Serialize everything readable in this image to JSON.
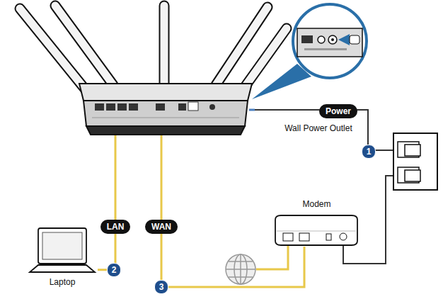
{
  "diagram": {
    "nodes": [
      {
        "text": [
          "Power"
        ]
      },
      {
        "text": [
          "LAN"
        ]
      },
      {
        "text": [
          "WAN"
        ]
      },
      {
        "text": [
          "Modem"
        ]
      },
      {
        "text": [
          "Laptop"
        ]
      }
    ],
    "edges": [
      {
        "from": 1,
        "to": 4,
        "arrow": "none"
      },
      {
        "from": 2,
        "to": 3,
        "arrow": "none"
      }
    ],
    "labels": [
      "Wall Power Outlet",
      "1",
      "2",
      "3"
    ]
  }
}
